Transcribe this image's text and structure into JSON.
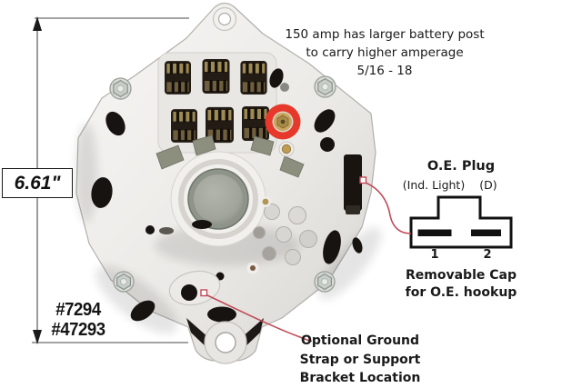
{
  "figure": {
    "dimension_label": "6.61\"",
    "part_numbers": {
      "line1": "#7294",
      "line2": "#47293"
    },
    "top_note": {
      "line1": "150 amp has larger battery post",
      "line2": "to carry higher amperage",
      "line3": "5/16 - 18"
    },
    "plug": {
      "title": "O.E. Plug",
      "label_ind_light": "(Ind. Light)",
      "label_d": "(D)",
      "pin1": "1",
      "pin2": "2",
      "caption_line1": "Removable Cap",
      "caption_line2": "for O.E. hookup"
    },
    "ground_note": {
      "line1": "Optional Ground",
      "line2": "Strap or Support",
      "line3": "Bracket Location"
    },
    "colors": {
      "leader_red": "#c04a58",
      "battery_post_red": "#e6392b",
      "text": "#1a1a1a",
      "dimension_line": "#4a4a4a",
      "body_light": "#f5f4f2",
      "body_dark": "#d8d6d2"
    }
  }
}
